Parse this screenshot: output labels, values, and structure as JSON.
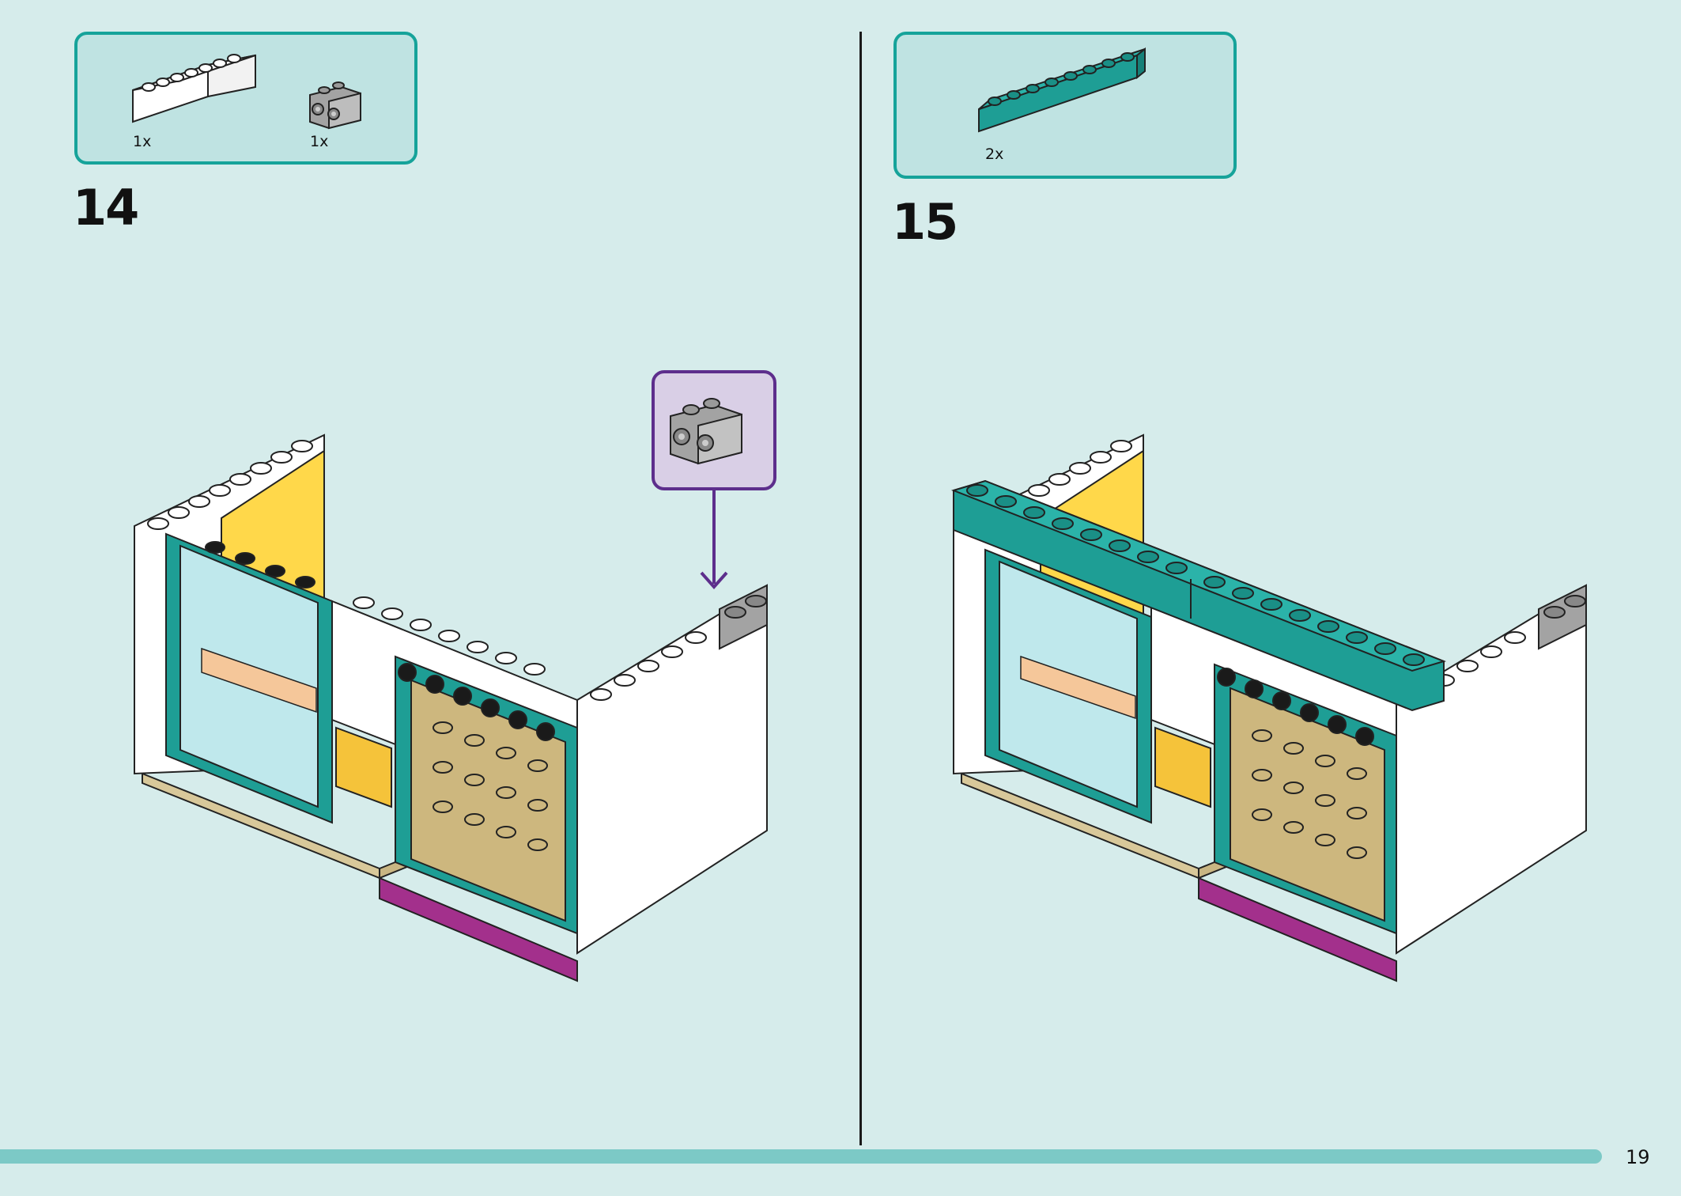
{
  "page": {
    "number": "19"
  },
  "steps": [
    {
      "number": "14",
      "parts": [
        {
          "qty": "1x",
          "icon": "white-brick-1x6-icon",
          "color": "#ffffff"
        },
        {
          "qty": "1x",
          "icon": "gray-brick-1x2-side-studs-icon",
          "color": "#9e9e9e"
        }
      ]
    },
    {
      "number": "15",
      "parts": [
        {
          "qty": "2x",
          "icon": "teal-brick-1x8-icon",
          "color": "#1e9e95"
        }
      ]
    }
  ],
  "colors": {
    "background": "#d6eceb",
    "accent": "#16a39a",
    "callout_border": "#5d2e8c",
    "progress": "#7cc9c6"
  }
}
